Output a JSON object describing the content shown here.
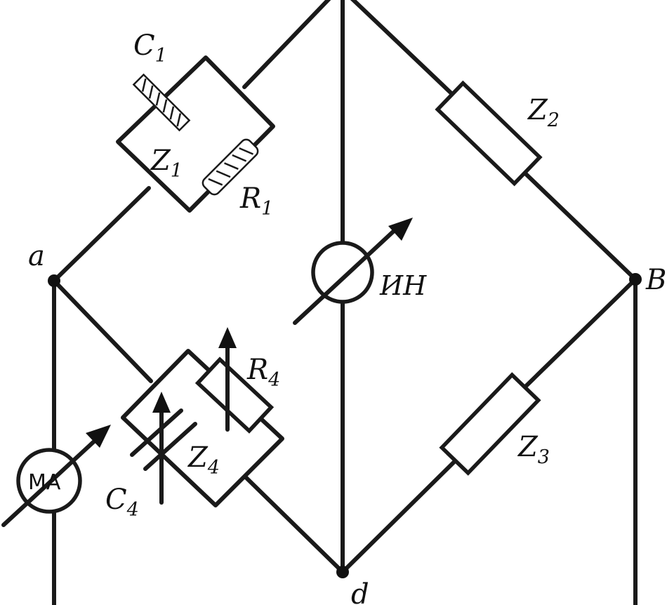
{
  "diagram": {
    "nodes": {
      "a": "a",
      "b": "B",
      "d": "d"
    },
    "components": {
      "z1": {
        "letter": "Z",
        "sub": "1"
      },
      "z2": {
        "letter": "Z",
        "sub": "2"
      },
      "z3": {
        "letter": "Z",
        "sub": "3"
      },
      "z4": {
        "letter": "Z",
        "sub": "4"
      },
      "c1": {
        "letter": "C",
        "sub": "1"
      },
      "r1": {
        "letter": "R",
        "sub": "1"
      },
      "c4": {
        "letter": "C",
        "sub": "4"
      },
      "r4": {
        "letter": "R",
        "sub": "4"
      }
    },
    "meters": {
      "null_indicator": "ИН",
      "milliammeter": "MA"
    }
  }
}
